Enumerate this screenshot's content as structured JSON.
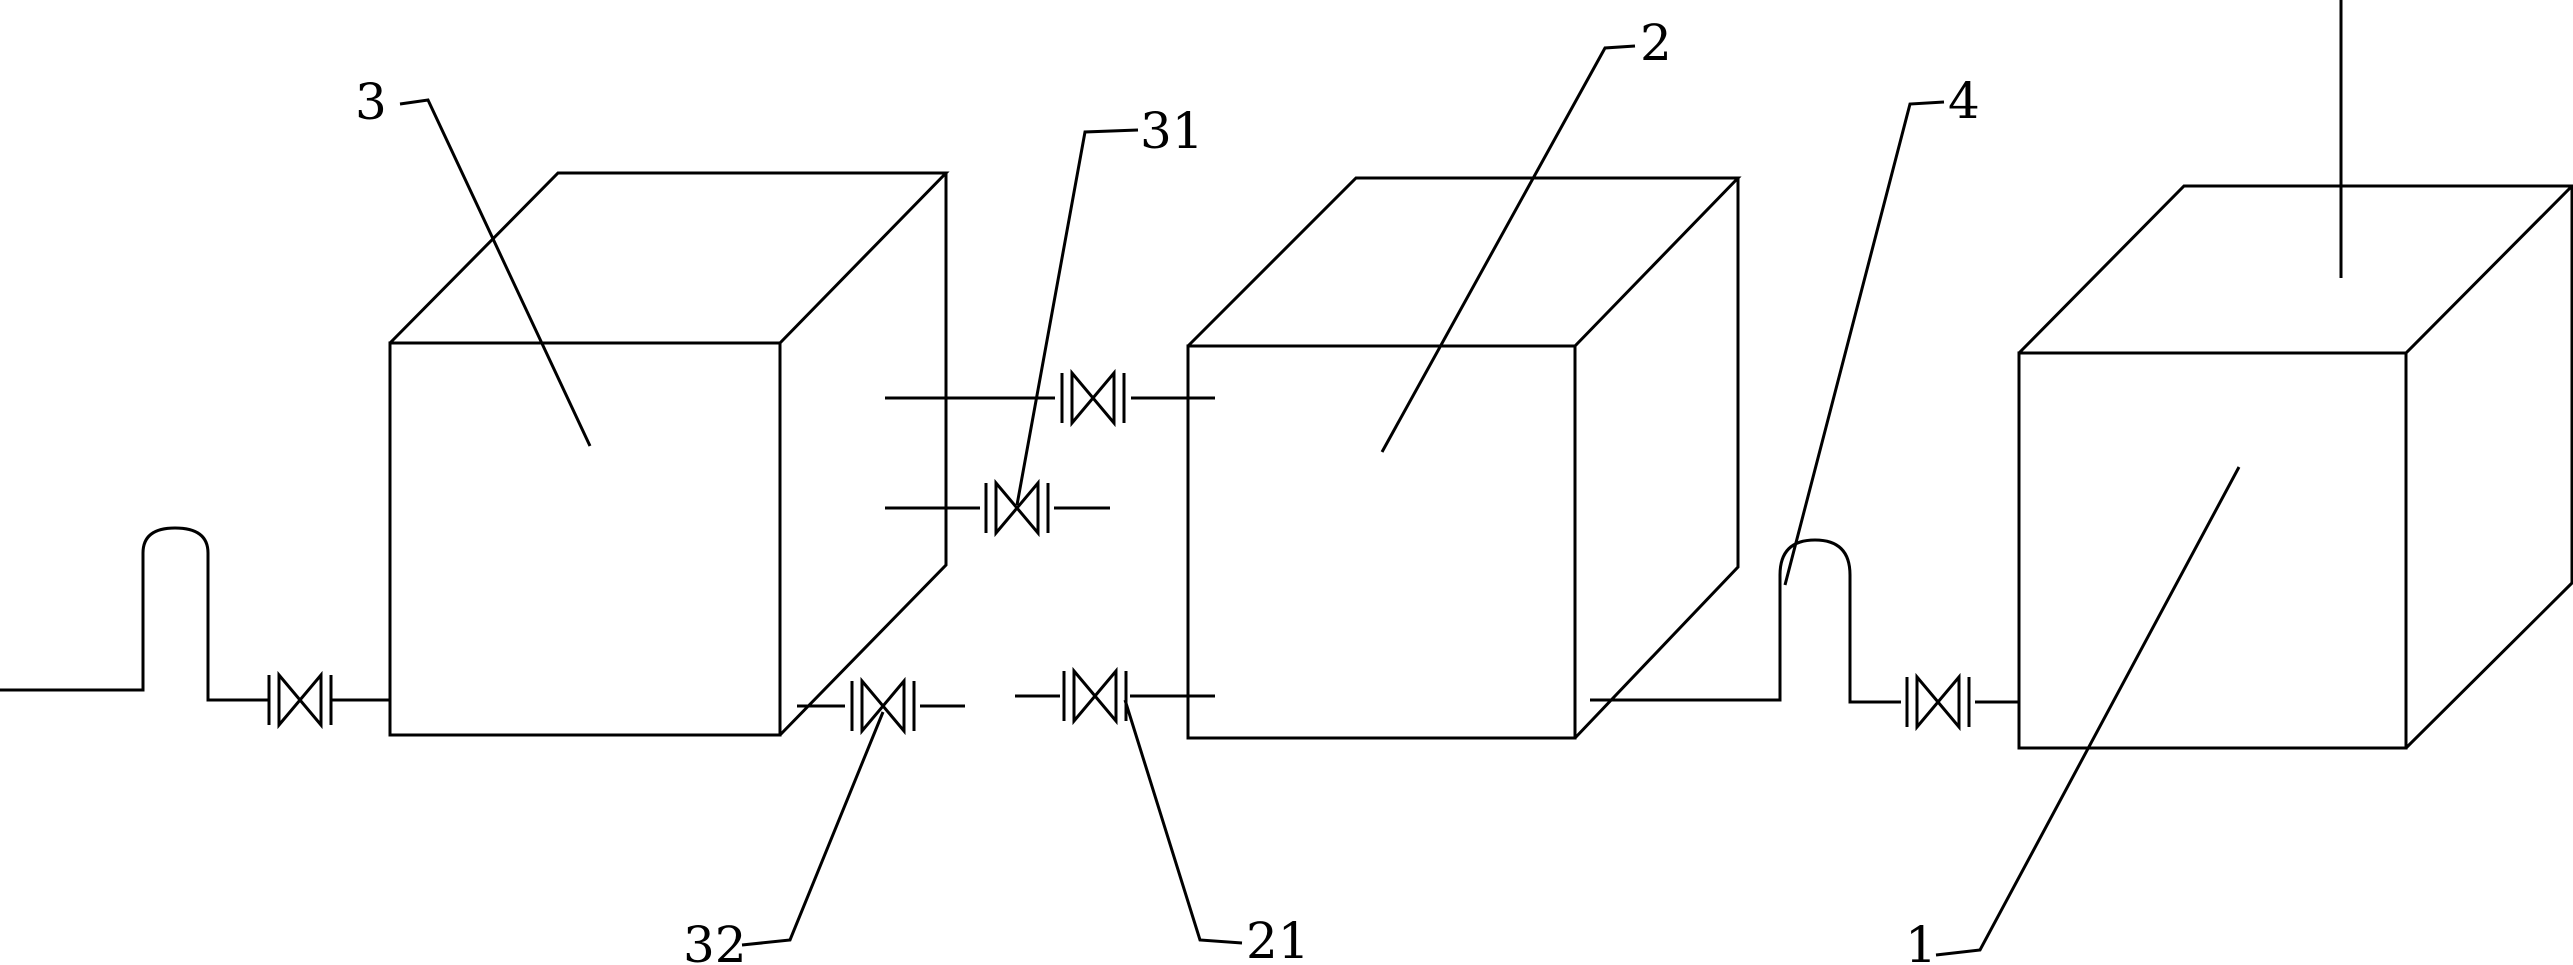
{
  "diagram": {
    "colors": {
      "stroke": "#000000",
      "background": "#ffffff"
    },
    "labels": {
      "tank_1": "1",
      "tank_2": "2",
      "tank_3": "3",
      "siphon_4": "4",
      "valve_21": "21",
      "valve_31": "31",
      "valve_32": "32"
    }
  }
}
